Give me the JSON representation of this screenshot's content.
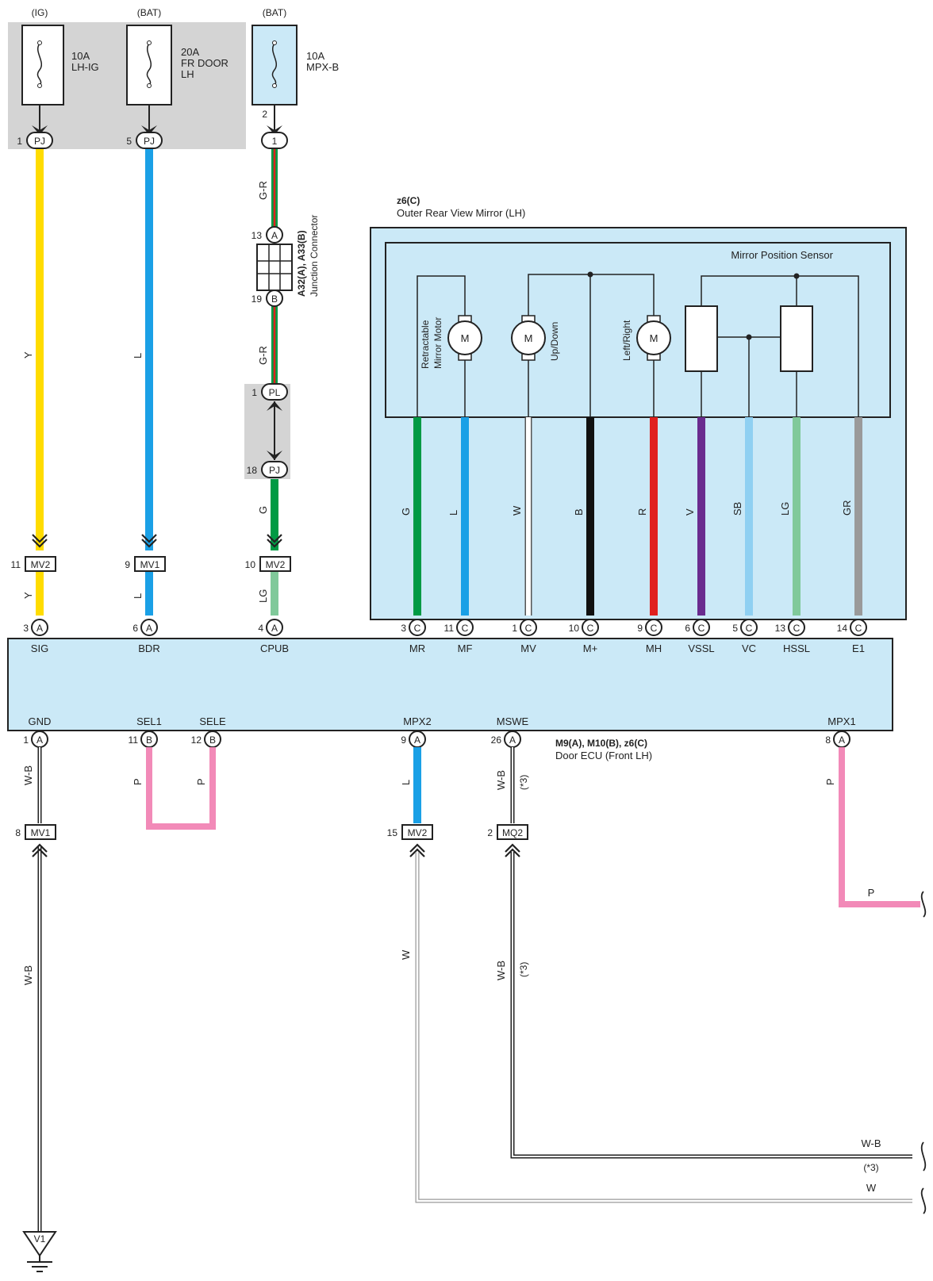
{
  "colors": {
    "Y": "#ffdc00",
    "L": "#1aa0e6",
    "G": "#009a44",
    "LG": "#80c99a",
    "W": "#ffffff",
    "B": "#111111",
    "R": "#e0201e",
    "V": "#6a2c8f",
    "SB": "#8fd0f2",
    "GR": "#9a9a9a",
    "P": "#f28ab8",
    "box_fill": "#cbe9f7",
    "fuse_bg": "#d4d4d4"
  },
  "fuses": [
    {
      "source": "(IG)",
      "rating": "10A",
      "name_line1": "LH-IG",
      "name_line2": ""
    },
    {
      "source": "(BAT)",
      "rating": "20A",
      "name_line1": "FR DOOR",
      "name_line2": "LH"
    },
    {
      "source": "(BAT)",
      "rating": "10A",
      "name_line1": "MPX-B",
      "name_line2": ""
    }
  ],
  "connectors": {
    "pj1": {
      "pin": "1",
      "code": "PJ"
    },
    "pj5": {
      "pin": "5",
      "code": "PJ"
    },
    "fuse3_pin": "2",
    "fuse3_term": "1",
    "jc_a": {
      "pin": "13",
      "code": "A"
    },
    "jc_b": {
      "pin": "19",
      "code": "B"
    },
    "jc_label": "A32(A), A33(B)",
    "jc_desc": "Junction Connector",
    "pl": {
      "pin": "1",
      "code": "PL"
    },
    "pj18": {
      "pin": "18",
      "code": "PJ"
    },
    "mv2_11": {
      "pin": "11",
      "code": "MV2"
    },
    "mv1_9": {
      "pin": "9",
      "code": "MV1"
    },
    "mv2_10": {
      "pin": "10",
      "code": "MV2"
    },
    "mv1_8": {
      "pin": "8",
      "code": "MV1"
    },
    "mv2_15": {
      "pin": "15",
      "code": "MV2"
    },
    "mq2_2": {
      "pin": "2",
      "code": "MQ2"
    }
  },
  "wire_labels": {
    "w1_top": "Y",
    "w1_bot": "Y",
    "w2_top": "L",
    "w2_bot": "L",
    "w3_a": "G-R",
    "w3_b": "G-R",
    "w3_c": "G",
    "w3_d": "LG",
    "gnd_a": "W-B",
    "gnd_b": "W-B",
    "sel_a": "P",
    "sel_b": "P",
    "mpx2_a": "L",
    "mpx2_b": "W",
    "mswe_a": "W-B",
    "mswe_a_note": "(*3)",
    "mswe_b": "W-B",
    "mswe_b_note": "(*3)",
    "mpx1_a": "P",
    "mpx1_b": "P",
    "out_wb": "W-B",
    "out_note": "(*3)",
    "out_w": "W"
  },
  "mirror": {
    "id": "z6(C)",
    "name": "Outer Rear View Mirror (LH)",
    "sensor": "Mirror Position Sensor",
    "motor_symbol": "M",
    "motor1_line1": "Retractable",
    "motor1_line2": "Mirror Motor",
    "motor2": "Up/Down",
    "motor3": "Left/Right",
    "wires": [
      "G",
      "L",
      "W",
      "B",
      "R",
      "V",
      "SB",
      "LG",
      "GR"
    ]
  },
  "ecu": {
    "id": "M9(A), M10(B), z6(C)",
    "name": "Door ECU (Front LH)",
    "top_pins": [
      {
        "num": "3",
        "conn": "A",
        "label": "SIG"
      },
      {
        "num": "6",
        "conn": "A",
        "label": "BDR"
      },
      {
        "num": "4",
        "conn": "A",
        "label": "CPUB"
      },
      {
        "num": "3",
        "conn": "C",
        "label": "MR"
      },
      {
        "num": "11",
        "conn": "C",
        "label": "MF"
      },
      {
        "num": "1",
        "conn": "C",
        "label": "MV"
      },
      {
        "num": "10",
        "conn": "C",
        "label": "M+"
      },
      {
        "num": "9",
        "conn": "C",
        "label": "MH"
      },
      {
        "num": "6",
        "conn": "C",
        "label": "VSSL"
      },
      {
        "num": "5",
        "conn": "C",
        "label": "VC"
      },
      {
        "num": "13",
        "conn": "C",
        "label": "HSSL"
      },
      {
        "num": "14",
        "conn": "C",
        "label": "E1"
      }
    ],
    "bottom_pins": [
      {
        "num": "1",
        "conn": "A",
        "label": "GND"
      },
      {
        "num": "11",
        "conn": "B",
        "label": "SEL1"
      },
      {
        "num": "12",
        "conn": "B",
        "label": "SELE"
      },
      {
        "num": "9",
        "conn": "A",
        "label": "MPX2"
      },
      {
        "num": "26",
        "conn": "A",
        "label": "MSWE"
      },
      {
        "num": "8",
        "conn": "A",
        "label": "MPX1"
      }
    ]
  },
  "ground": {
    "code": "V1"
  }
}
